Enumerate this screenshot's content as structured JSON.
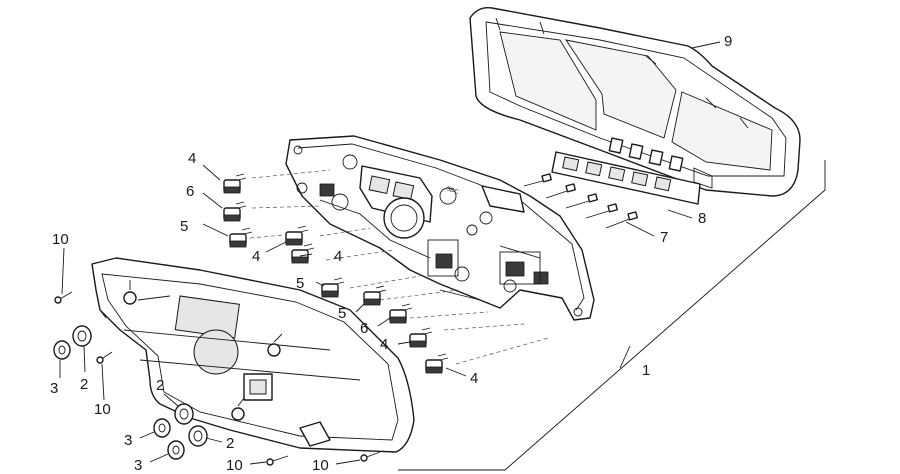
{
  "diagram": {
    "callouts": [
      {
        "id": "c9",
        "text": "9"
      },
      {
        "id": "c4a",
        "text": "4"
      },
      {
        "id": "c6a",
        "text": "6"
      },
      {
        "id": "c5a",
        "text": "5"
      },
      {
        "id": "c10a",
        "text": "10"
      },
      {
        "id": "c4b",
        "text": "4"
      },
      {
        "id": "c4c",
        "text": "4"
      },
      {
        "id": "c5b",
        "text": "5"
      },
      {
        "id": "c5c",
        "text": "5"
      },
      {
        "id": "c6b",
        "text": "6"
      },
      {
        "id": "c4d",
        "text": "4"
      },
      {
        "id": "c4e",
        "text": "4"
      },
      {
        "id": "c8",
        "text": "8"
      },
      {
        "id": "c7",
        "text": "7"
      },
      {
        "id": "c1",
        "text": "1"
      },
      {
        "id": "c3a",
        "text": "3"
      },
      {
        "id": "c2a",
        "text": "2"
      },
      {
        "id": "c10b",
        "text": "10"
      },
      {
        "id": "c2b",
        "text": "2"
      },
      {
        "id": "c3b",
        "text": "3"
      },
      {
        "id": "c2c",
        "text": "2"
      },
      {
        "id": "c3c",
        "text": "3"
      },
      {
        "id": "c10c",
        "text": "10"
      },
      {
        "id": "c10d",
        "text": "10"
      }
    ]
  }
}
